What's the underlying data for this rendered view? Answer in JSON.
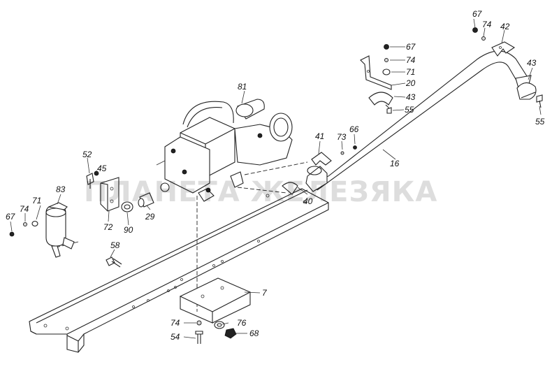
{
  "watermark": "ПЛАНЕТА ЖЕЛЕЗЯКА",
  "labels": {
    "p81": "81",
    "p67a": "67",
    "p74a": "74",
    "p42": "42",
    "p67b": "67",
    "p74b": "74",
    "p71a": "71",
    "p20": "20",
    "p43a": "43",
    "p55a": "55",
    "p43b": "43",
    "p55b": "55",
    "p41": "41",
    "p73": "73",
    "p66": "66",
    "p16": "16",
    "p40": "40",
    "p52": "52",
    "p45": "45",
    "p83": "83",
    "p71b": "71",
    "p67c": "67",
    "p74c": "74",
    "p72": "72",
    "p90": "90",
    "p29": "29",
    "p58": "58",
    "p7": "7",
    "p74d": "74",
    "p76": "76",
    "p54": "54",
    "p68": "68"
  }
}
